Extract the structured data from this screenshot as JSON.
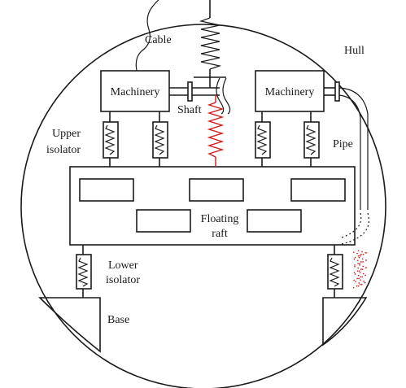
{
  "labels": {
    "cable": "Cable",
    "hull": "Hull",
    "machinery_left": "Machinery",
    "machinery_right": "Machinery",
    "shaft": "Shaft",
    "pipe": "Pipe",
    "upper_isolator_1": "Upper",
    "upper_isolator_2": "isolator",
    "floating_raft_1": "Floating",
    "floating_raft_2": "raft",
    "lower_isolator_1": "Lower",
    "lower_isolator_2": "isolator",
    "base": "Base"
  },
  "colors": {
    "line": "#1a1a1a",
    "highlight": "#d11a1a"
  }
}
